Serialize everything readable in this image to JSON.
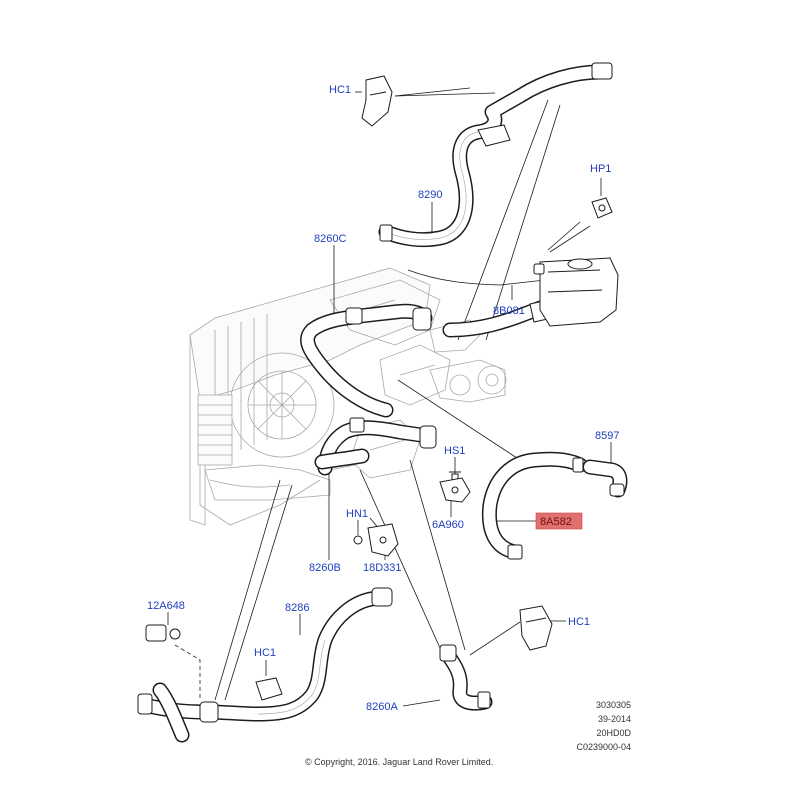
{
  "callouts": {
    "hc1_top": "HC1",
    "hp1": "HP1",
    "p8290": "8290",
    "p8260c": "8260C",
    "p8b081": "8B081",
    "p8597": "8597",
    "hs1": "HS1",
    "p6a960": "6A960",
    "p8a582": "8A582",
    "hn1": "HN1",
    "p8260b": "8260B",
    "p18d331": "18D331",
    "p12a648": "12A648",
    "p8286": "8286",
    "hc1_left": "HC1",
    "hc1_right": "HC1",
    "p8260a": "8260A"
  },
  "highlight": {
    "part": "8A582",
    "fill": "#e07070",
    "text_color": "#7a0e0e"
  },
  "callout_color": "#1f3fbf",
  "reference_block": [
    "3030305",
    "39-2014",
    "20HD0D",
    "C0239000-04"
  ],
  "copyright": "© Copyright, 2016. Jaguar Land Rover Limited."
}
